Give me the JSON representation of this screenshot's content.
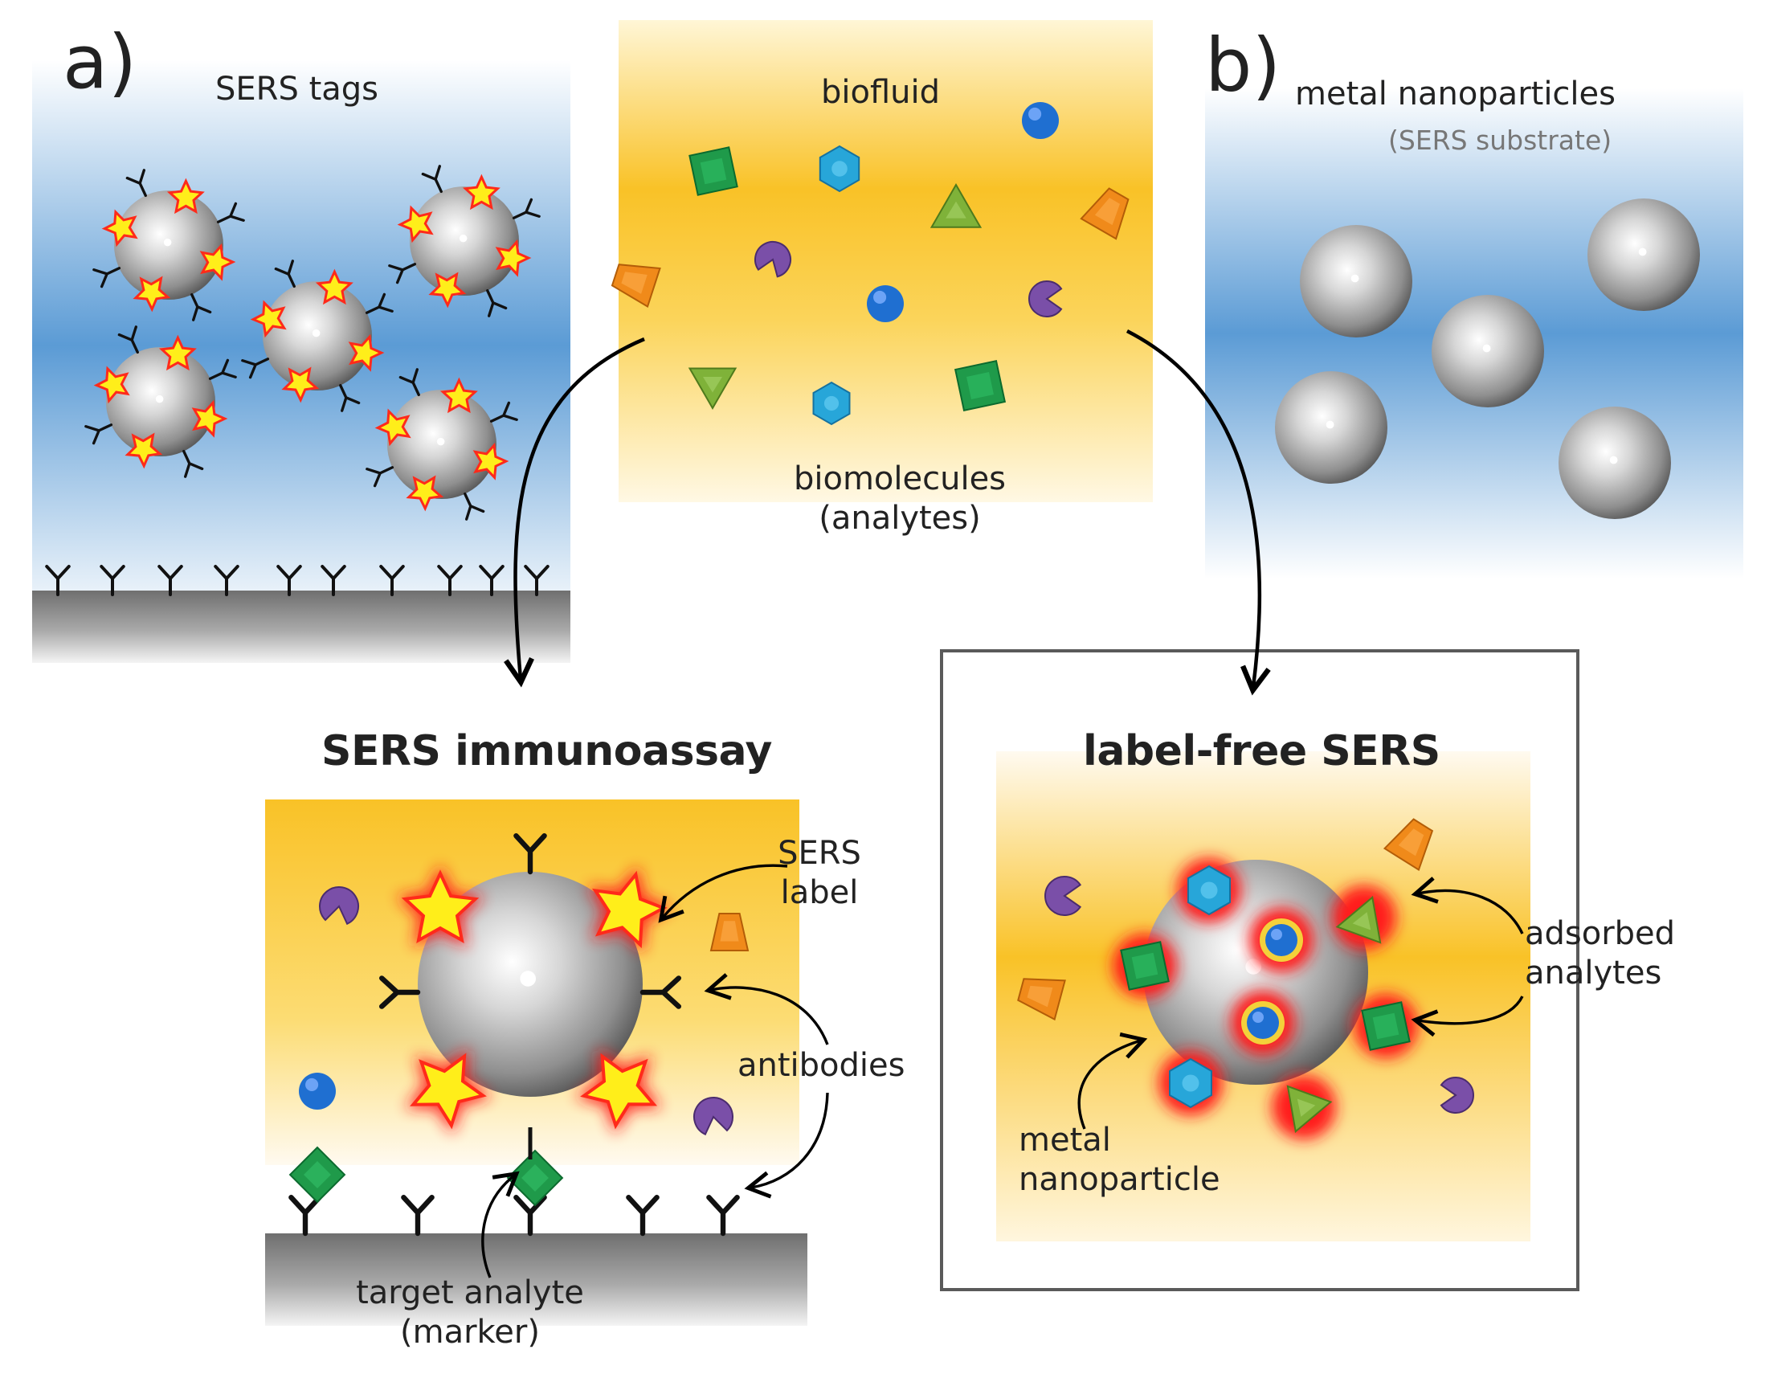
{
  "panels": {
    "a": {
      "letter": "a)",
      "title": "SERS tags"
    },
    "b": {
      "letter": "b)",
      "title": "metal nanoparticles",
      "subtitle": "(SERS substrate)"
    }
  },
  "biofluid": {
    "title": "biofluid",
    "caption_line1": "biomolecules",
    "caption_line2": "(analytes)"
  },
  "immunoassay": {
    "title": "SERS immunoassay",
    "label_line1": "SERS",
    "label_line2": "label",
    "antibodies": "antibodies",
    "target_line1": "target analyte",
    "target_line2": "(marker)"
  },
  "label_free": {
    "title": "label-free SERS",
    "adsorbed_line1": "adsorbed",
    "adsorbed_line2": "analytes",
    "metal_line1": "metal",
    "metal_line2": "nanoparticle"
  },
  "colors": {
    "blue_band": "#5b9bd5",
    "gold_band": "#f9c227",
    "surface_gray": "#8a8a8a",
    "star_fill": "#ffee1a",
    "star_edge": "#ff2a1a",
    "green_analyte": "#1f9a4a",
    "cyan_analyte": "#27a6d9",
    "blue_analyte": "#1f6fd1",
    "orange_analyte": "#f08a1a",
    "purple_analyte": "#7a4fa8",
    "olive_analyte": "#7fb239"
  }
}
